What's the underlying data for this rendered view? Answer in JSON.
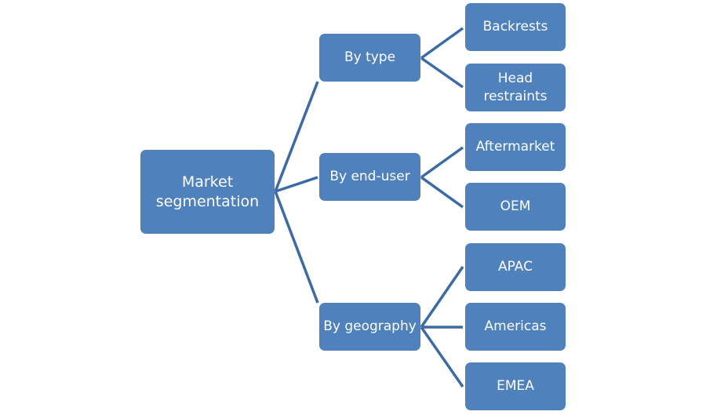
{
  "diagram": {
    "type": "hierarchy",
    "colors": {
      "node_fill": "#4f81bd",
      "connector": "#3c6aa4",
      "text": "#ffffff"
    },
    "root": {
      "label": "Market\nsegmentation"
    },
    "branches": [
      {
        "label": "By type",
        "children": [
          {
            "label": "Backrests"
          },
          {
            "label": "Head\nrestraints"
          }
        ]
      },
      {
        "label": "By end-user",
        "children": [
          {
            "label": "Aftermarket"
          },
          {
            "label": "OEM"
          }
        ]
      },
      {
        "label": "By geography",
        "children": [
          {
            "label": "APAC"
          },
          {
            "label": "Americas"
          },
          {
            "label": "EMEA"
          }
        ]
      }
    ]
  }
}
